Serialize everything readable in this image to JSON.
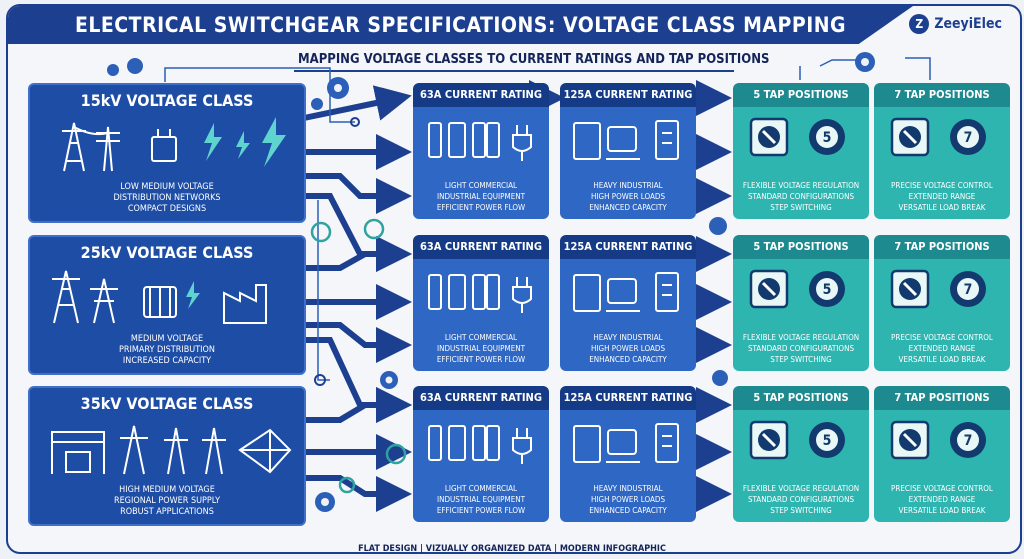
{
  "header": {
    "title": "ELECTRICAL SWITCHGEAR SPECIFICATIONS: VOLTAGE CLASS MAPPING",
    "brand": "ZeeyiElec"
  },
  "subtitle": "MAPPING VOLTAGE CLASSES TO CURRENT RATINGS AND TAP POSITIONS",
  "voltage_classes": [
    {
      "title": "15kV VOLTAGE CLASS",
      "lines": [
        "LOW MEDIUM VOLTAGE",
        "DISTRIBUTION NETWORKS",
        "COMPACT DESIGNS"
      ]
    },
    {
      "title": "25kV VOLTAGE CLASS",
      "lines": [
        "MEDIUM VOLTAGE",
        "PRIMARY DISTRIBUTION",
        "INCREASED CAPACITY"
      ]
    },
    {
      "title": "35kV VOLTAGE CLASS",
      "lines": [
        "HIGH MEDIUM VOLTAGE",
        "REGIONAL POWER SUPPLY",
        "ROBUST APPLICATIONS"
      ]
    }
  ],
  "rating_63": {
    "title": "63A CURRENT RATING",
    "lines": [
      "LIGHT COMMERCIAL",
      "INDUSTRIAL EQUIPMENT",
      "EFFICIENT POWER FLOW"
    ]
  },
  "rating_125": {
    "title": "125A CURRENT RATING",
    "lines": [
      "HEAVY INDUSTRIAL",
      "HIGH POWER LOADS",
      "ENHANCED CAPACITY"
    ]
  },
  "tap_5": {
    "title": "5 TAP POSITIONS",
    "number": "5",
    "lines": [
      "FLEXIBLE VOLTAGE REGULATION",
      "STANDARD CONFIGURATIONS",
      "STEP SWITCHING"
    ]
  },
  "tap_7": {
    "title": "7 TAP POSITIONS",
    "number": "7",
    "lines": [
      "PRECISE VOLTAGE CONTROL",
      "EXTENDED RANGE",
      "VERSATILE LOAD BREAK"
    ]
  },
  "footer": "FLAT DESIGN | VIZUALLY ORGANIZED DATA | MODERN INFOGRAPHIC",
  "colors": {
    "navy": "#1d3f8f",
    "blue": "#2f67c4",
    "teal": "#2eb5b0"
  },
  "icons": [
    "transmission-tower-icon",
    "transformer-icon",
    "lightning-icon",
    "factory-icon",
    "breaker-icon",
    "plug-icon",
    "motor-icon",
    "dial-icon",
    "gear-icon",
    "power-icon"
  ]
}
